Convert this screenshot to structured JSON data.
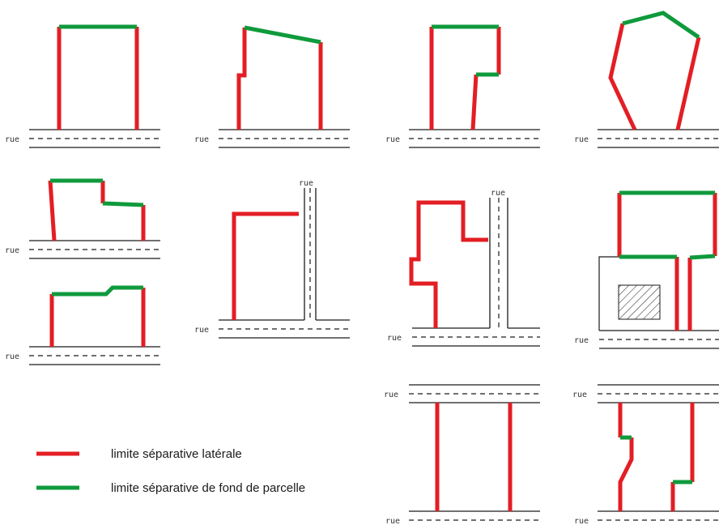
{
  "street_label": "rue",
  "legend": {
    "lateral": {
      "label": "limite séparative latérale",
      "color": "#e31e24"
    },
    "rear": {
      "label": "limite séparative de fond de parcelle",
      "color": "#0f9a3c"
    }
  }
}
